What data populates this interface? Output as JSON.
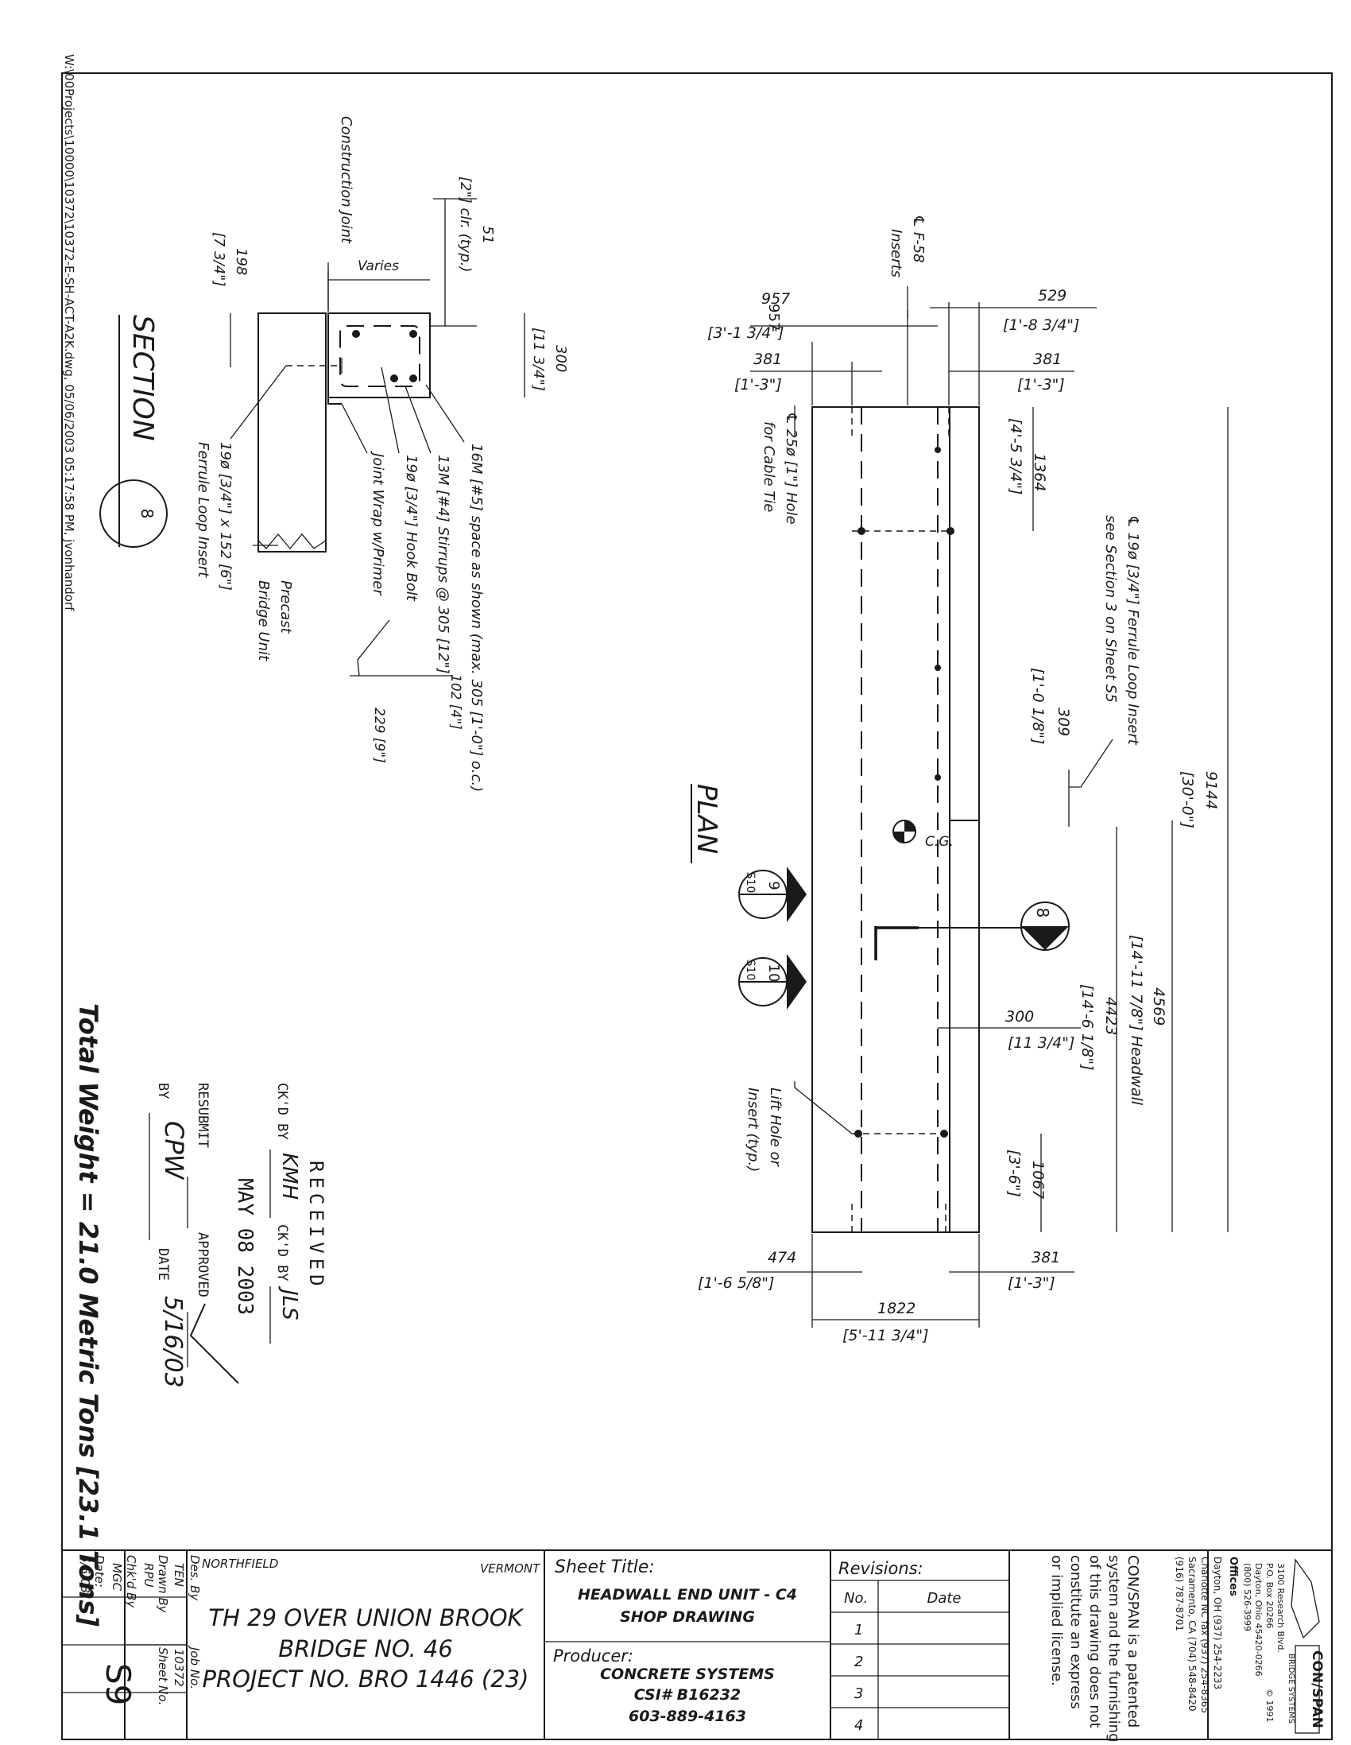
{
  "file_path": "W:\\00Projects\\10000\\10372\\10372-E-SH-ACT-A2K.dwg, 05/06/2003 05:17:58 PM, jvonhandorf",
  "plan": {
    "title": "PLAN",
    "dims": {
      "d957": "957",
      "d957b": "[3'-1 3/4\"]",
      "d381a": "381",
      "d381ab": "[1'-3\"]",
      "d529": "529",
      "d529b": "[1'-8 3/4\"]",
      "d381b": "381",
      "d381bb": "[1'-3\"]",
      "d1364": "1364",
      "d1364b": "[4'-5 3/4\"]",
      "d309": "309",
      "d309b": "[1'-0 1/8\"]",
      "d9144": "9144",
      "d9144b": "[30'-0\"]",
      "d4569": "4569",
      "d4569b": "[14'-11 7/8\"] Headwall",
      "d4423": "4423",
      "d4423b": "[14'-6 1/8\"]",
      "d300": "300",
      "d300b": "[11 3/4\"]",
      "d1067": "1067",
      "d1067b": "[3'-6\"]",
      "d474": "474",
      "d474b": "[1'-6 5/8\"]",
      "d381c": "381",
      "d381cb": "[1'-3\"]",
      "d1822": "1822",
      "d1822b": "[5'-11 3/4\"]"
    },
    "notes": {
      "f58a": "℄ F-58",
      "f58b": "Inserts",
      "hole_a": "℄ 25ø [1\"] Hole",
      "hole_b": "for Cable Tie",
      "ferrule_a": "℄ 19ø [3/4\"] Ferrule Loop Insert",
      "ferrule_b": "see Section 3 on Sheet S5",
      "cg": "C.G.",
      "lift_a": "Lift Hole or",
      "lift_b": "Insert (typ.)"
    },
    "markers": [
      {
        "top": "9",
        "bottom": "S10"
      },
      {
        "top": "10",
        "bottom": "S10"
      },
      {
        "top": "8",
        "bottom": ""
      }
    ]
  },
  "section": {
    "title": "SECTION",
    "marker": "8",
    "dims": {
      "d51": "51",
      "d51b": "[2\"] clr. (typ.)",
      "d300": "300",
      "d300b": "[11 3/4\"]",
      "d198": "198",
      "d198b": "[7 3/4\"]",
      "varies": "Varies",
      "d102": "102 [4\"]",
      "d229": "229 [9\"]"
    },
    "notes": {
      "construction_joint": "Construction Joint",
      "bars16": "16M [#5] space as shown (max. 305 [1'-0\"] o.c.)",
      "stirrups": "13M [#4] Stirrups @ 305 [12\"]",
      "hook": "19ø [3/4\"] Hook Bolt",
      "wrap": "Joint Wrap w/Primer",
      "precast_a": "Precast",
      "precast_b": "Bridge Unit",
      "ferrule_a": "19ø [3/4\"] x 152 [6\"]",
      "ferrule_b": "Ferrule Loop Insert"
    }
  },
  "stamp": {
    "received": "RECEIVED",
    "ckd1_label": "CK'D BY",
    "ckd1_val": "KMH",
    "ckd2_label": "CK'D BY",
    "ckd2_val": "JLS",
    "date": "MAY 08 2003",
    "resubmit": "RESUBMIT",
    "approved": "APPROVED",
    "by": "BY",
    "by_val": "CPW",
    "date_label": "DATE",
    "date_val": "5/16/03"
  },
  "total_weight": "Total Weight = 21.0 Metric Tons [23.1 Tons]",
  "title_block": {
    "des_label": "Des. By",
    "des_val": "TEN",
    "drawn_label": "Drawn By",
    "drawn_val": "RPU",
    "chk_label": "Chk'd By",
    "chk_val": "MGC",
    "date_label": "Date:",
    "date_val": "5/6/03",
    "job_label": "Job No.",
    "job_val": "10372",
    "sheet_label": "Sheet No.",
    "sheet_val": "S9",
    "town": "NORTHFIELD",
    "state": "VERMONT",
    "proj1": "TH 29 OVER UNION BROOK",
    "proj2": "BRIDGE NO. 46",
    "proj3": "PROJECT NO. BRO 1446 (23)",
    "sheet_title_label": "Sheet Title:",
    "sheet_title1": "HEADWALL END UNIT - C4",
    "sheet_title2": "SHOP DRAWING",
    "producer_label": "Producer:",
    "producer1": "CONCRETE SYSTEMS",
    "producer2": "CSI# B16232",
    "producer3": "603-889-4163",
    "revisions_label": "Revisions:",
    "rev_no": "No.",
    "rev_date": "Date",
    "rev_rows": [
      "1",
      "2",
      "3",
      "4"
    ],
    "patent": [
      "CON/SPAN is a patented",
      "system and the furnishing",
      "of this drawing does not",
      "constitute an express",
      "or implied license."
    ],
    "offices_label": "Offices",
    "offices": [
      "Dayton, OH       (937) 254-2233",
      "Charlotte NC  fax (937) 254-8365",
      "Sacramento, CA  (704) 548-8420",
      "                 (916) 787-8701"
    ],
    "company": "CON/SPAN",
    "company_sub": "BRIDGE SYSTEMS",
    "address": [
      "3100 Research Blvd.",
      "P.O. Box 20266",
      "Dayton, Ohio 45420-0266",
      "(800) 526-3999"
    ],
    "copyright": "© 1991"
  }
}
